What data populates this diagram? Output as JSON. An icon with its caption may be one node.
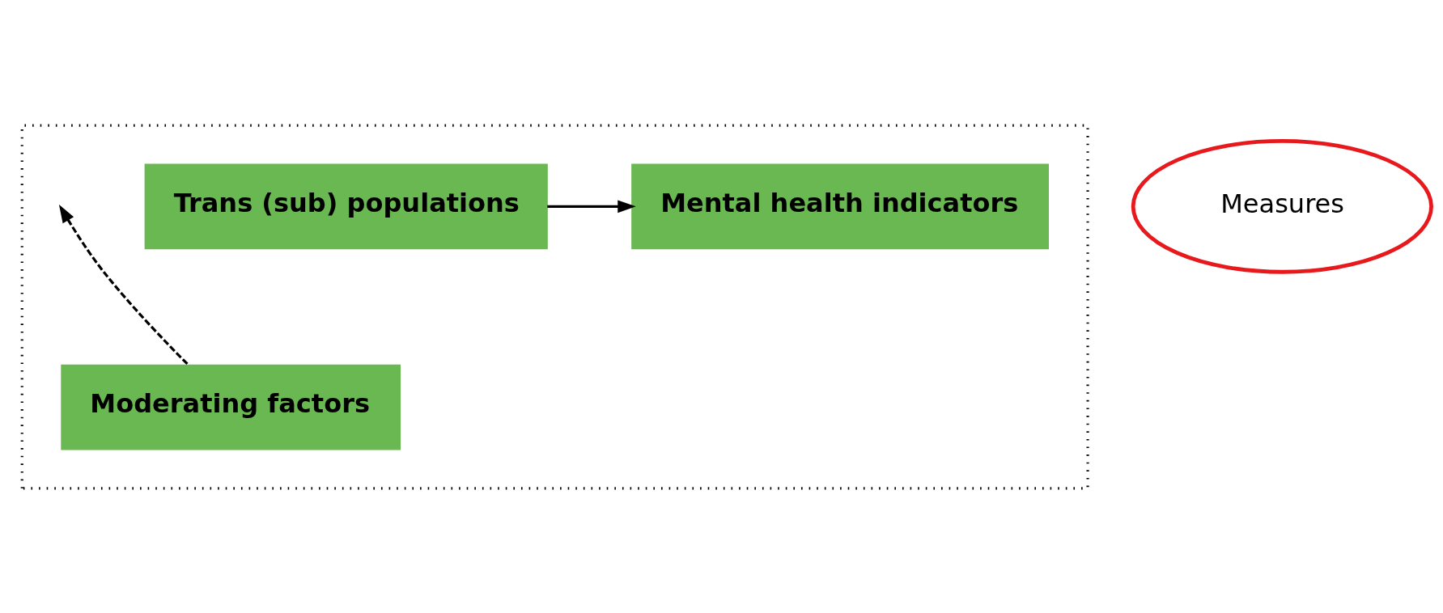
{
  "diagram": {
    "nodes": [
      {
        "text": [],
        "shape": "box"
      },
      {
        "text": [
          "Trans (sub) populations"
        ],
        "in": 0
      },
      {
        "text": [
          "Mental health indicators"
        ],
        "in": 0
      },
      {
        "text": [
          "Moderating factors"
        ],
        "in": 0
      },
      {
        "text": [
          "Measures"
        ]
      }
    ],
    "edges": [
      {
        "from": 1,
        "to": 2,
        "arrow": "to"
      },
      {
        "from": 3,
        "to": null,
        "arrow": "to",
        "style": "dashed"
      }
    ]
  }
}
